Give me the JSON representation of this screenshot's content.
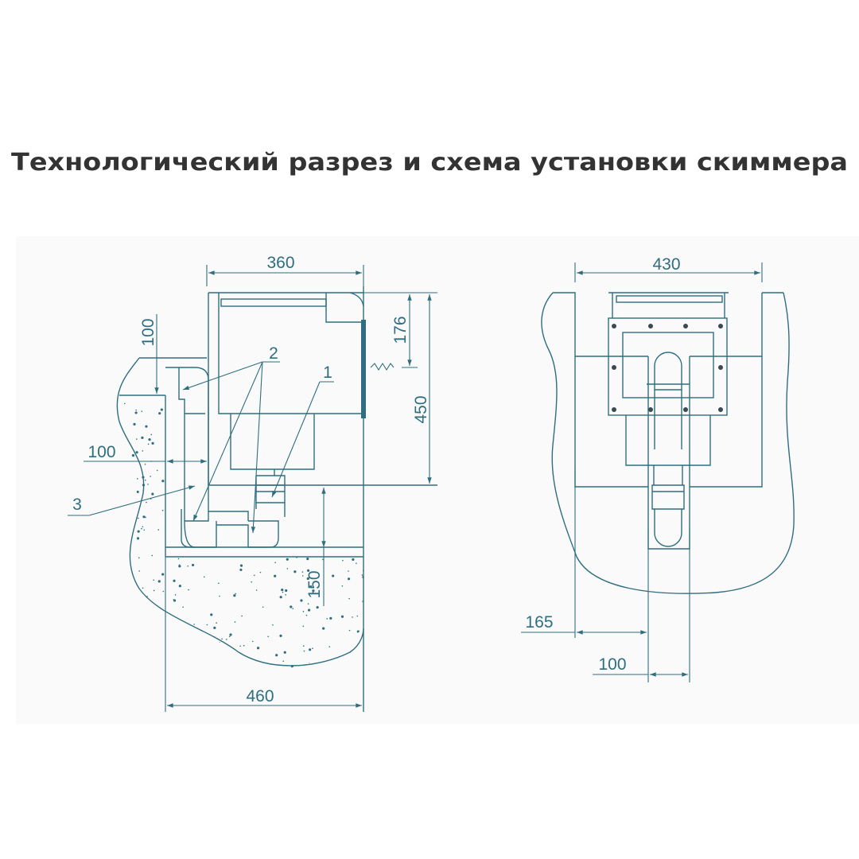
{
  "title": "Технологический разрез и схема установки скиммера",
  "colors": {
    "line": "#2f6e80",
    "panel": "#fafafa",
    "title": "#333333",
    "faceplate": "#2f6e80"
  },
  "section_view": {
    "dimensions": {
      "top_width": "360",
      "upper_height": "176",
      "total_height": "450",
      "wall_top": "100",
      "wall_side": "100",
      "base": "150",
      "bottom_width": "460"
    },
    "callouts": {
      "item1": "1",
      "item2": "2",
      "item3": "3"
    }
  },
  "front_view": {
    "dimensions": {
      "width": "430",
      "offset": "165",
      "pipe": "100"
    }
  }
}
